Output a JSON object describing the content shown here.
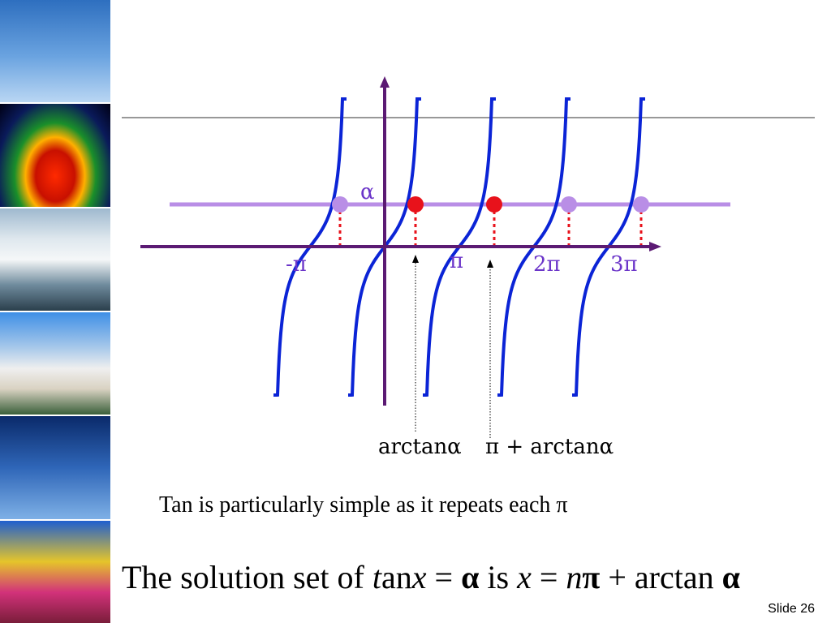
{
  "sidebar": {
    "images": [
      {
        "name": "aircraft"
      },
      {
        "name": "jet-exhaust-simulation"
      },
      {
        "name": "waterfall"
      },
      {
        "name": "shuttle-launch"
      },
      {
        "name": "hubble-telescope"
      },
      {
        "name": "roller-coaster"
      }
    ]
  },
  "diagram": {
    "alpha_label": "α",
    "x_labels": [
      "-π",
      "π",
      "2π",
      "3π"
    ],
    "arrow_labels": {
      "left": "arctanα",
      "right": "π  + arctanα"
    },
    "colors": {
      "curve": "#0b24d6",
      "axes": "#5b1a73",
      "alpha_line": "#b98ee6",
      "solution_point": "#e8121b",
      "other_point": "#b98ee6",
      "dotted": "#e8121b",
      "label": "#6b35c9"
    }
  },
  "caption": "Tan is particularly simple as it repeats each π",
  "formula": {
    "text1": "The solution set of ",
    "t": "t",
    "an": "an",
    "x": "x",
    "eq": " = ",
    "alpha": "α",
    "is": "  is ",
    "x2": "x",
    "eq2": " = ",
    "n": "n",
    "pi": "π",
    "plus": " + arctan ",
    "alpha2": "α"
  },
  "slide_number": "Slide 26"
}
